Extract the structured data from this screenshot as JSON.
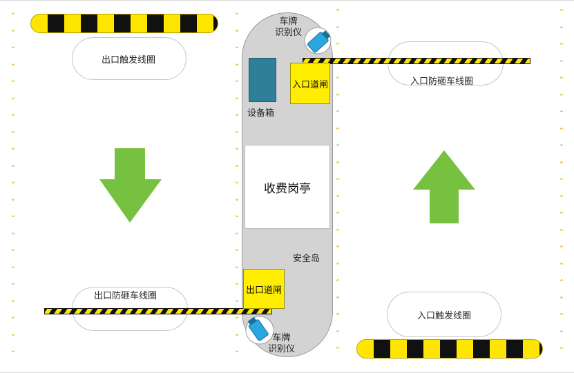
{
  "labels": {
    "exit_trigger_loop": "出口触发线圈",
    "exit_anti_smash_loop": "出口防砸车线圈",
    "entry_anti_smash_loop": "入口防砸车线圈",
    "entry_trigger_loop": "入口触发线圈",
    "camera_top_line1": "车牌",
    "camera_top_line2": "识别仪",
    "camera_bottom_line1": "车牌",
    "camera_bottom_line2": "识别仪",
    "entry_gate": "入口道闸",
    "exit_gate": "出口道闸",
    "device_box": "设备箱",
    "toll_booth": "收费岗亭",
    "safety_island": "安全岛"
  },
  "lane_mark_glyphs": {
    "down": "⌄",
    "up": "⌃"
  },
  "colors": {
    "arrow_green": "#77c140",
    "gate_yellow": "#ffee00",
    "stripe_yellow": "#ffe600",
    "stripe_black": "#111111",
    "device_box": "#2f7f99",
    "camera_blue": "#29a8e0",
    "island_gray": "#d3d3d3",
    "lane_mark": "#e0a800"
  },
  "icons": {
    "camera": "camera-icon",
    "exit_direction": "arrow-down-icon",
    "entry_direction": "arrow-up-icon"
  }
}
